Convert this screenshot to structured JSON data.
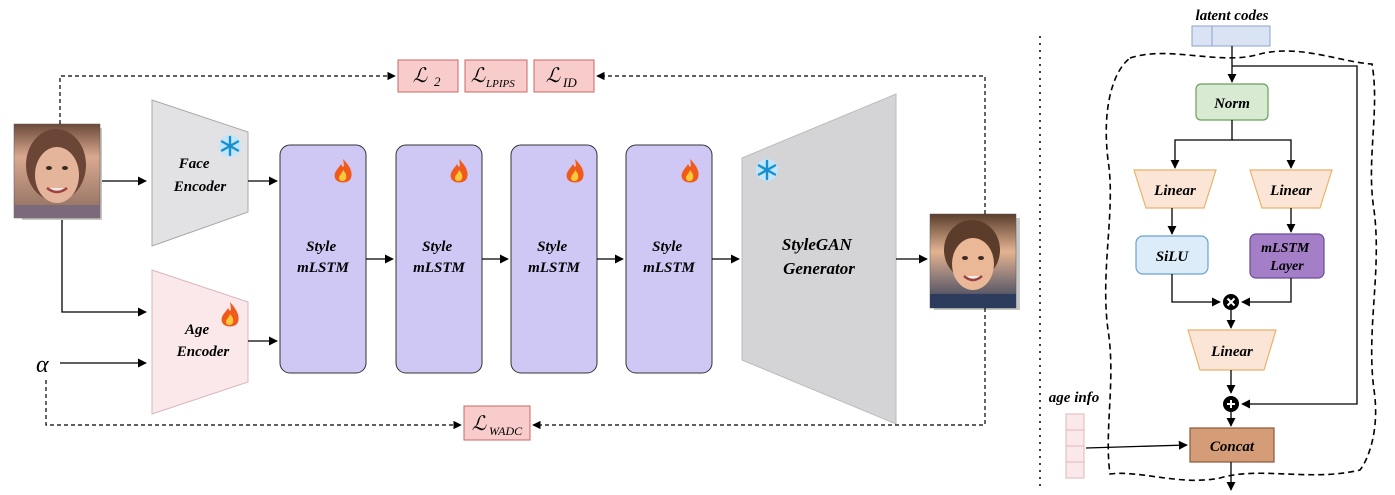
{
  "face_encoder": {
    "line1": "Face",
    "line2": "Encoder"
  },
  "age_encoder": {
    "line1": "Age",
    "line2": "Encoder"
  },
  "alpha_symbol": "α",
  "style_blocks": [
    {
      "line1": "Style",
      "line2": "mLSTM"
    },
    {
      "line1": "Style",
      "line2": "mLSTM"
    },
    {
      "line1": "Style",
      "line2": "mLSTM"
    },
    {
      "line1": "Style",
      "line2": "mLSTM"
    }
  ],
  "generator": {
    "line1": "StyleGAN",
    "line2": "Generator"
  },
  "losses": {
    "l2": {
      "script": "ℒ",
      "sub": "2"
    },
    "lpips": {
      "script": "ℒ",
      "sub": "LPIPS"
    },
    "lid": {
      "script": "ℒ",
      "sub": "ID"
    },
    "lwadc": {
      "script": "ℒ",
      "sub": "WADC"
    }
  },
  "detail": {
    "latent_codes": "latent codes",
    "norm": "Norm",
    "linear_left": "Linear",
    "linear_right": "Linear",
    "silu": "SiLU",
    "mlstm_layer": {
      "line1": "mLSTM",
      "line2": "Layer"
    },
    "linear_bottom": "Linear",
    "concat": "Concat",
    "age_info": "age info"
  },
  "icon_semantics": {
    "frozen": "snowflake-icon",
    "trainable": "fire-icon"
  },
  "colors": {
    "encoder_gray": "#e2e2e4",
    "age_pink": "#fbe8ea",
    "style_purple": "#cfc8f5",
    "loss_pink": "#f9cccc",
    "norm_green": "#d9ead3",
    "linear_peach": "#fbe5d6",
    "silu_blue": "#dcecf8",
    "mlstm_purple": "#a47fc8",
    "concat_brown": "#d49d78",
    "latent_blue": "#dae3f3"
  }
}
